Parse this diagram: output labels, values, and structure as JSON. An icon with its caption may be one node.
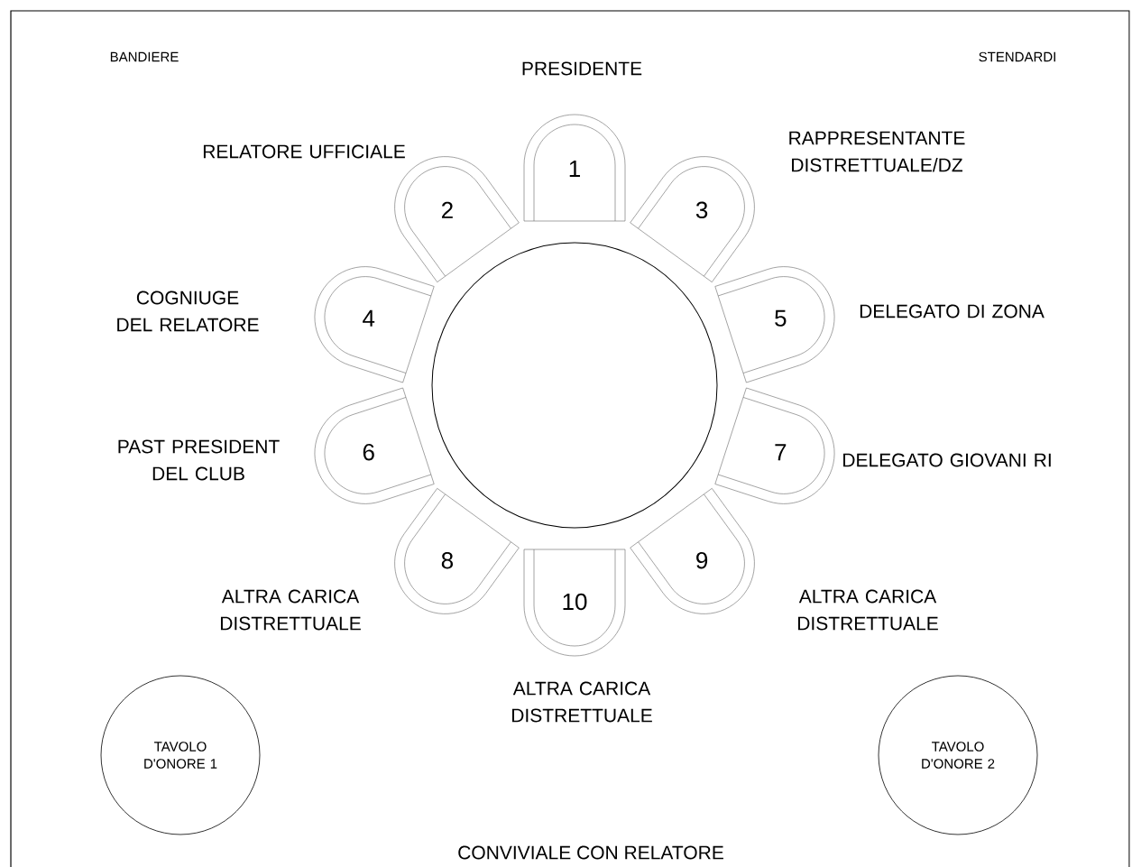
{
  "diagram": {
    "caption": "CONVIVIALE CON RELATORE",
    "nodes": [
      {
        "text": [],
        "shape": "circle"
      },
      {
        "text": [
          "1"
        ],
        "beside": [
          "PRESIDENTE"
        ]
      },
      {
        "text": [
          "2"
        ],
        "beside": [
          "RELATORE UFFICIALE"
        ]
      },
      {
        "text": [
          "3"
        ],
        "beside": [
          "RAPPRESENTANTE DISTRETTUALE/DZ"
        ]
      },
      {
        "text": [
          "4"
        ],
        "beside": [
          "COGNIUGE DEL RELATORE"
        ]
      },
      {
        "text": [
          "5"
        ],
        "beside": [
          "DELEGATO DI ZONA"
        ]
      },
      {
        "text": [
          "6"
        ],
        "beside": [
          "PAST PRESIDENT DEL CLUB"
        ]
      },
      {
        "text": [
          "7"
        ],
        "beside": [
          "DELEGATO GIOVANI RI"
        ]
      },
      {
        "text": [
          "8"
        ],
        "beside": [
          "ALTRA CARICA DISTRETTUALE"
        ]
      },
      {
        "text": [
          "9"
        ],
        "beside": [
          "ALTRA CARICA DISTRETTUALE"
        ]
      },
      {
        "text": [
          "10"
        ],
        "beside": [
          "ALTRA CARICA DISTRETTUALE"
        ]
      },
      {
        "text": [
          "TAVOLO D'ONORE 1"
        ]
      },
      {
        "text": [
          "TAVOLO D'ONORE 2"
        ]
      }
    ],
    "labels": [
      "BANDIERE",
      "STENDARDI"
    ]
  }
}
